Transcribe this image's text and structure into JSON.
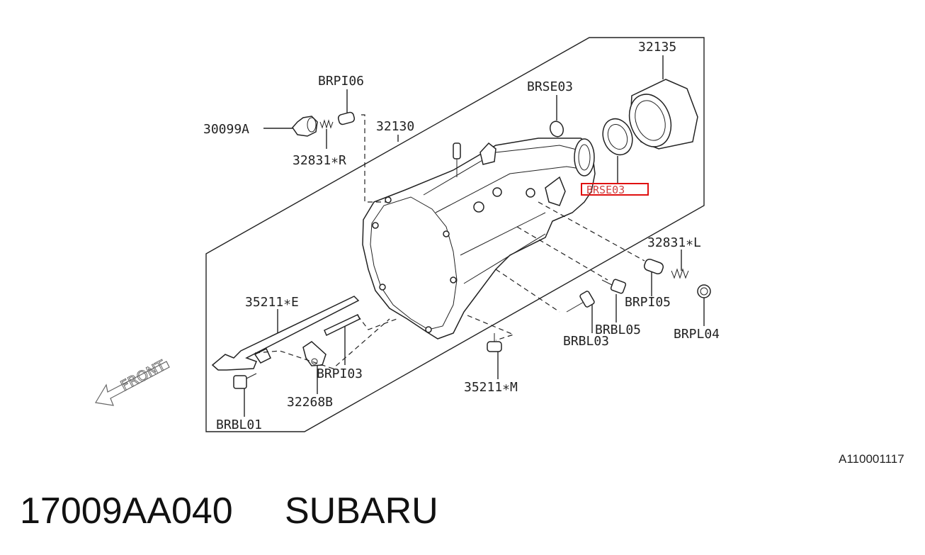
{
  "labels": {
    "c32135": "32135",
    "brpi06": "BRPI06",
    "brse03_top": "BRSE03",
    "c30099a": "30099A",
    "c32130": "32130",
    "c32831r": "32831∗R",
    "brse03_hl": "BRSE03",
    "c32831l": "32831∗L",
    "c35211e": "35211∗E",
    "brpi05": "BRPI05",
    "brbl05": "BRBL05",
    "brpl04": "BRPL04",
    "brbl03": "BRBL03",
    "brpi03": "BRPI03",
    "c35211m": "35211∗M",
    "c32268b": "32268B",
    "brbl01": "BRBL01",
    "front": "FRONT"
  },
  "diagram_ref": "A110001117",
  "part_number": "17009AA040",
  "brand": "SUBARU",
  "colors": {
    "highlight": "#e01010",
    "ink": "#222222"
  }
}
